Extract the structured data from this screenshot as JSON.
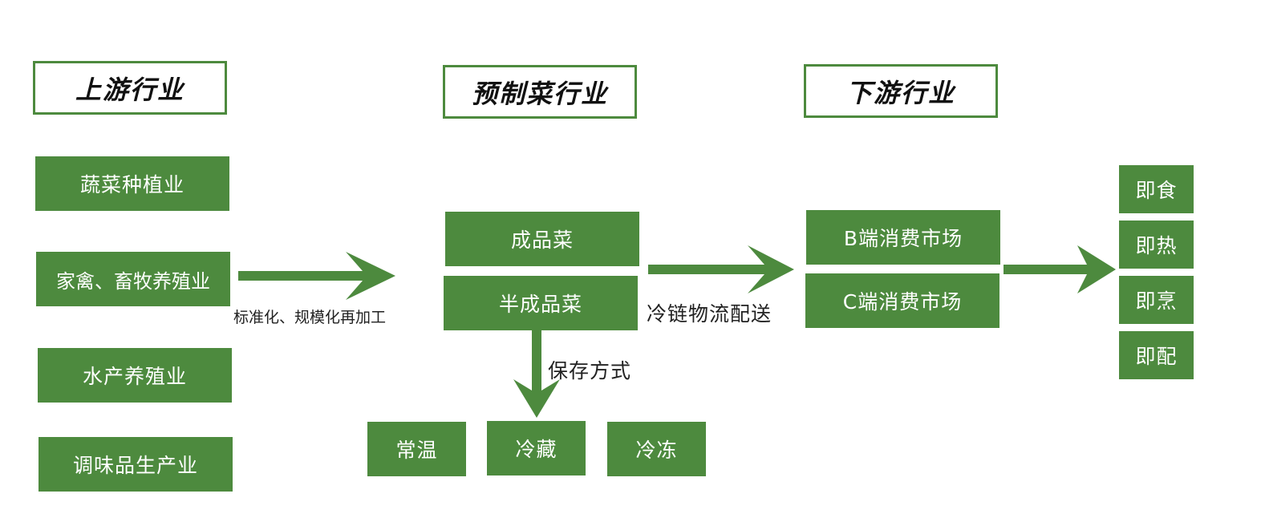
{
  "colors": {
    "box_fill": "#4d8a3e",
    "box_text": "#ffffff",
    "header_border": "#4d8a3e",
    "label_text": "#222222"
  },
  "headers": {
    "upstream": "上游行业",
    "prepared": "预制菜行业",
    "downstream": "下游行业"
  },
  "upstream_items": [
    "蔬菜种植业",
    "家禽、畜牧养殖业",
    "水产养殖业",
    "调味品生产业"
  ],
  "prepared_items": [
    "成品菜",
    "半成品菜"
  ],
  "storage_items": [
    "常温",
    "冷藏",
    "冷冻"
  ],
  "market_items": [
    "B端消费市场",
    "C端消费市场"
  ],
  "consume_items": [
    "即食",
    "即热",
    "即烹",
    "即配"
  ],
  "labels": {
    "processing": "标准化、规模化再加工",
    "storage": "保存方式",
    "logistics": "冷链物流配送"
  }
}
